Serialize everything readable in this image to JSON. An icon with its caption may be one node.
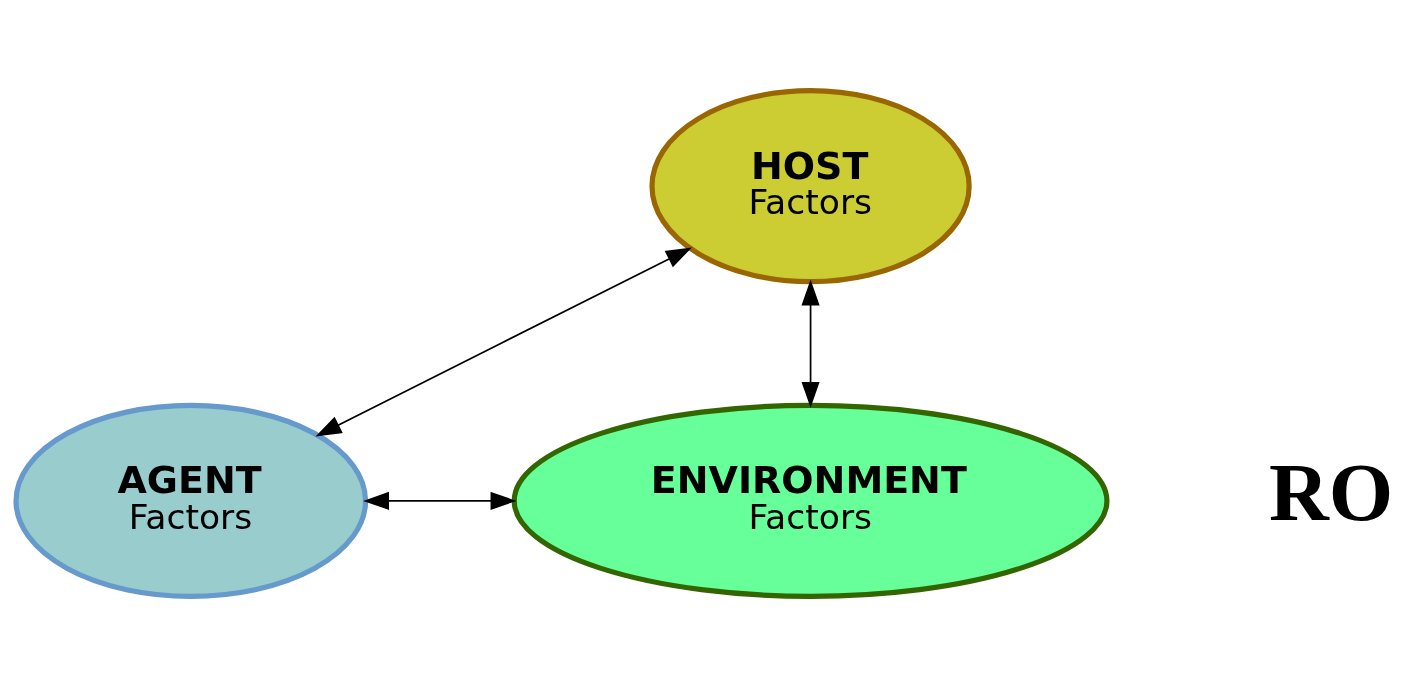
{
  "diagram": {
    "nodes": [
      {
        "text": [
          "HOST",
          "Factors"
        ]
      },
      {
        "text": [
          "AGENT",
          "Factors"
        ]
      },
      {
        "text": [
          "ENVIRONMENT",
          "Factors"
        ]
      }
    ],
    "edges": [
      {
        "from": 0,
        "to": 1,
        "arrow": "both"
      },
      {
        "from": 0,
        "to": 2,
        "arrow": "both"
      },
      {
        "from": 1,
        "to": 2,
        "arrow": "both"
      }
    ],
    "labels": [
      "RO"
    ]
  }
}
